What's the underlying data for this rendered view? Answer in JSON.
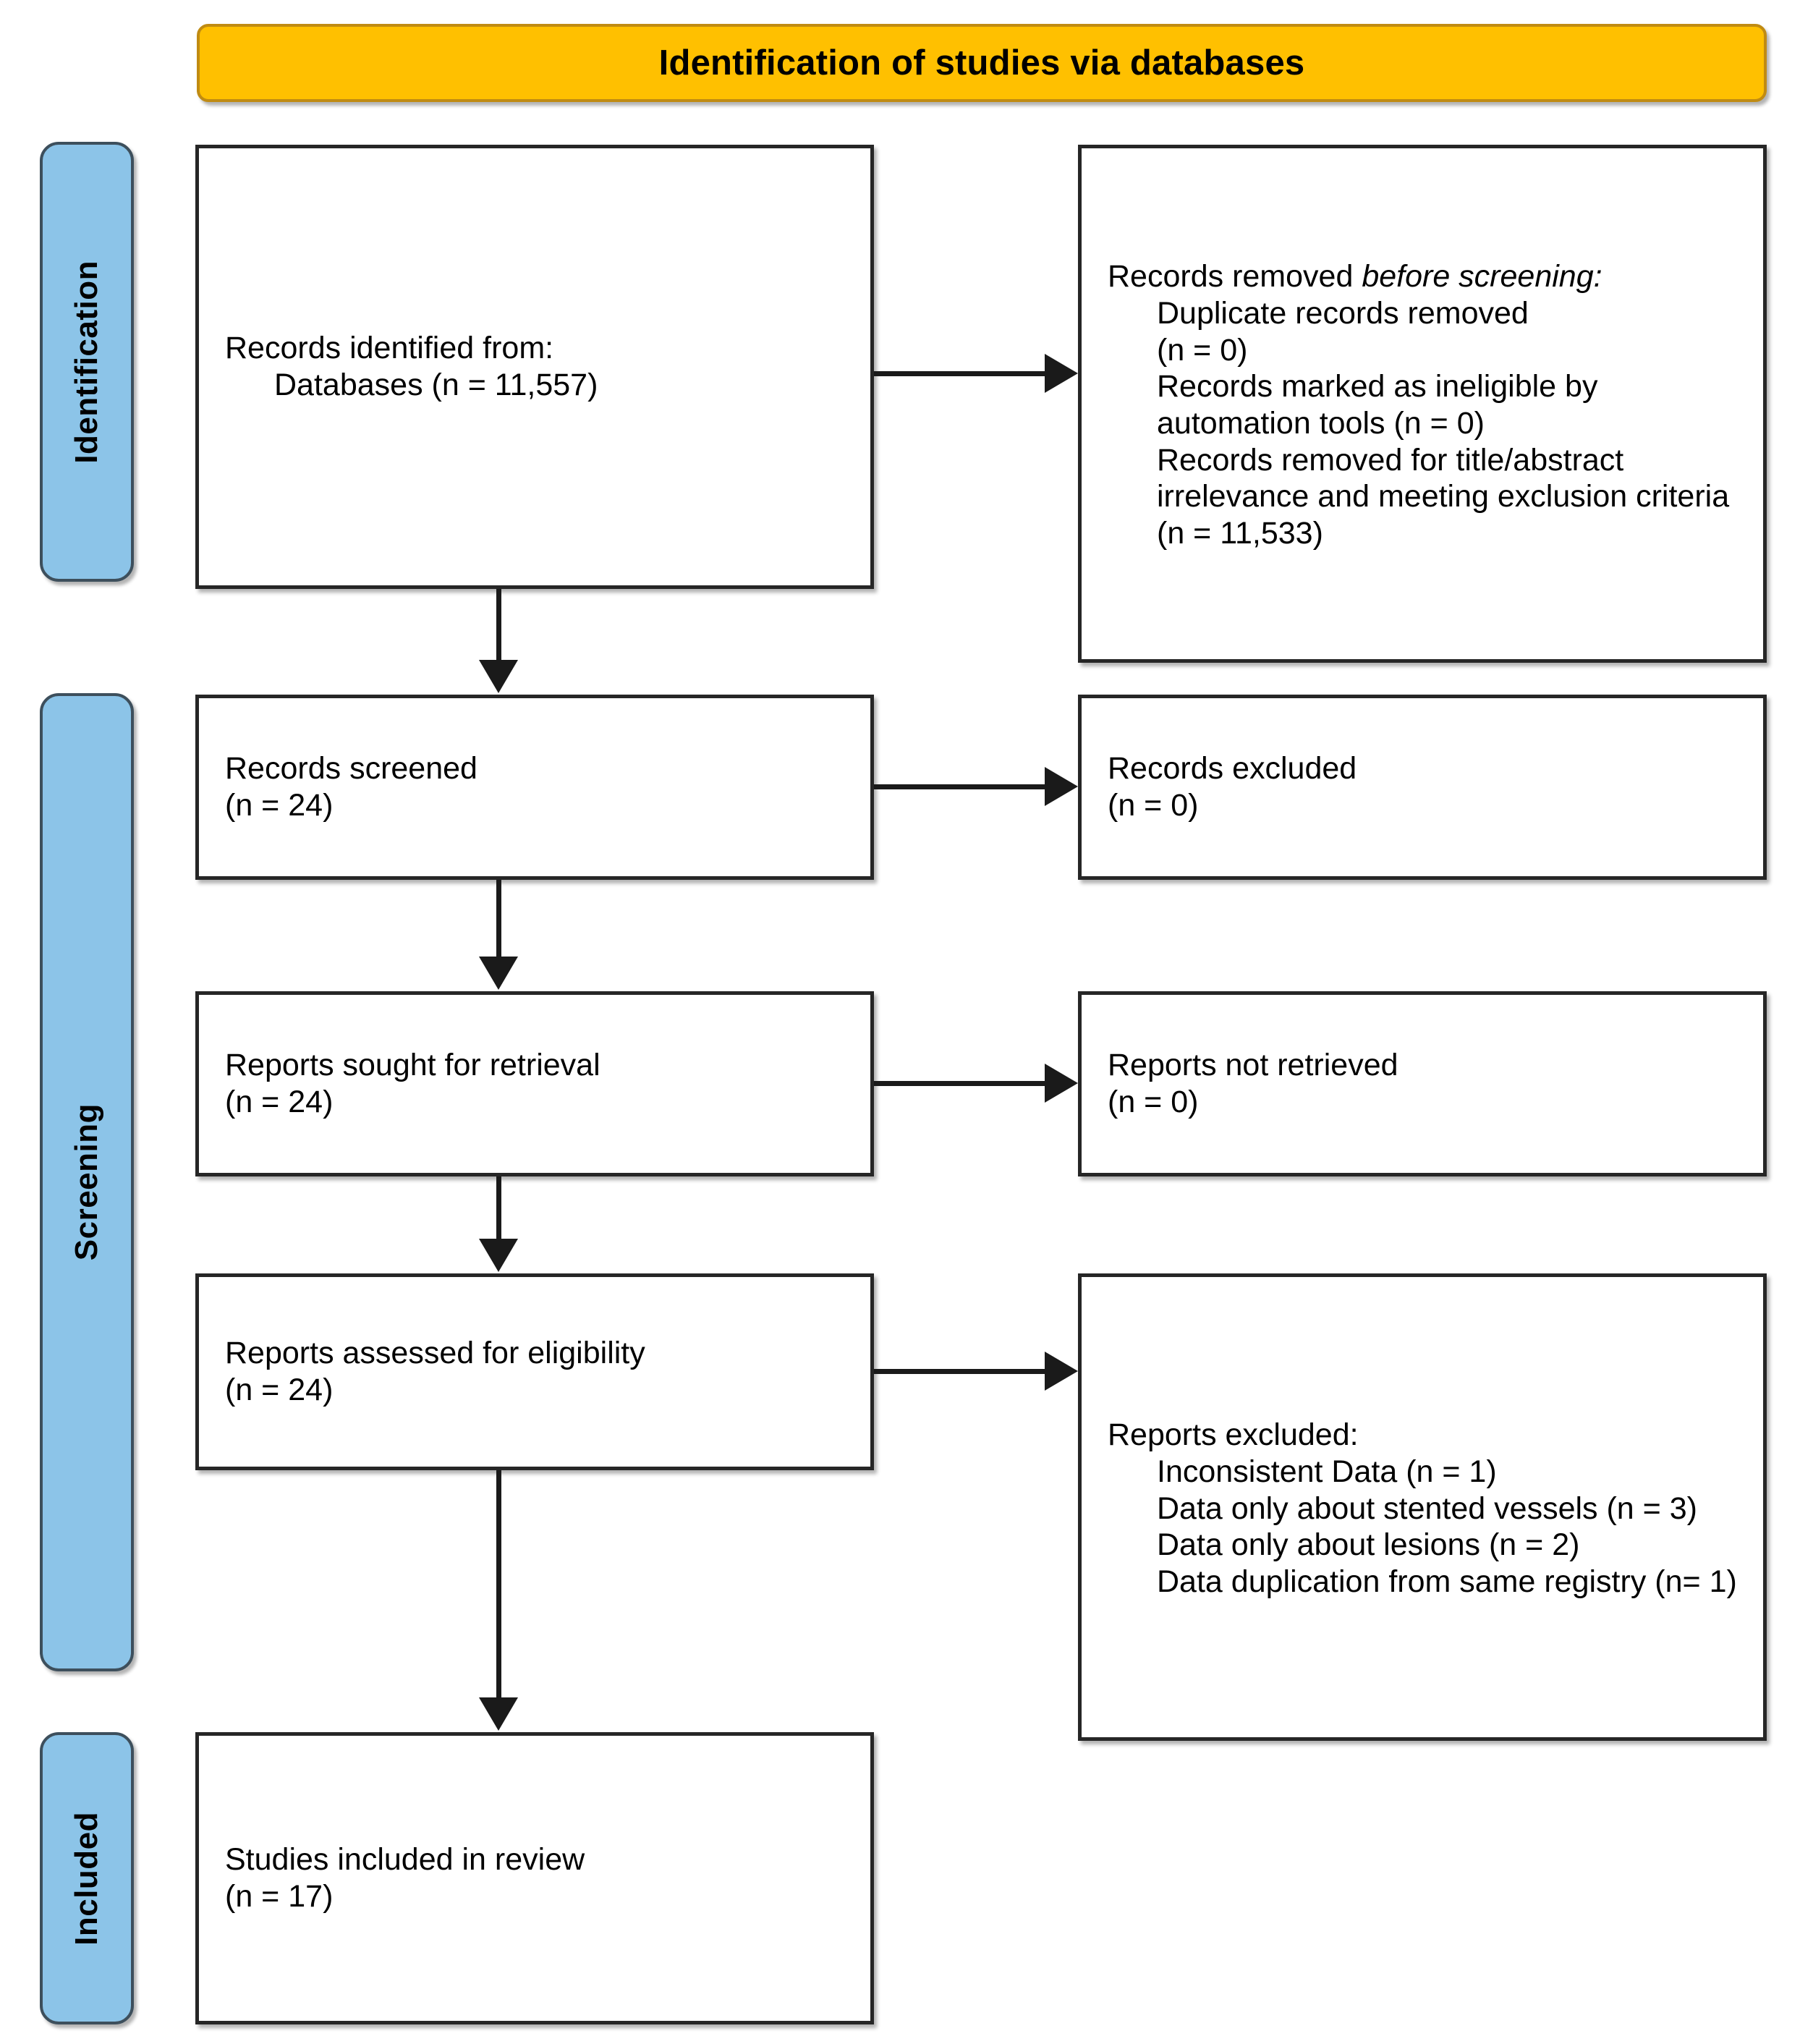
{
  "banner": {
    "title": "Identification of studies via databases"
  },
  "stages": [
    {
      "key": "identification",
      "label": "Identification"
    },
    {
      "key": "screening",
      "label": "Screening"
    },
    {
      "key": "included",
      "label": "Included"
    }
  ],
  "boxes": {
    "identified": {
      "line1": "Records identified from:",
      "line2": "Databases (n = 11,557)"
    },
    "removed": {
      "title_pre": "Records removed ",
      "title_em": "before screening",
      "title_post": ":",
      "item1": "Duplicate records removed",
      "item1b": "(n = 0)",
      "item2": "Records marked as ineligible by automation tools (n = 0)",
      "item3": "Records removed for title/abstract irrelevance and meeting exclusion criteria (n = 11,533)"
    },
    "screened": {
      "line1": "Records screened",
      "line2": "(n = 24)"
    },
    "excluded_records": {
      "line1": "Records excluded",
      "line2": "(n = 0)"
    },
    "sought": {
      "line1": "Reports sought for retrieval",
      "line2": "(n = 24)"
    },
    "not_retrieved": {
      "line1": "Reports not retrieved",
      "line2": "(n = 0)"
    },
    "assessed": {
      "line1": "Reports assessed for eligibility",
      "line2": "(n = 24)"
    },
    "reports_excluded": {
      "title": "Reports excluded:",
      "item1": "Inconsistent Data (n = 1)",
      "item2": "Data only about stented vessels (n = 3)",
      "item3": "Data only about lesions (n = 2)",
      "item4": "Data duplication from same registry (n= 1)"
    },
    "included_studies": {
      "line1": "Studies included in review",
      "line2": "(n = 17)"
    }
  },
  "colors": {
    "banner_fill": "#FFC000",
    "banner_border": "#C08B12",
    "stage_fill": "#8CC4E8",
    "stage_border": "#3D4F5C",
    "box_border": "#262626",
    "connector": "#1A1A1A",
    "text": "#000000",
    "background": "#FFFFFF"
  }
}
